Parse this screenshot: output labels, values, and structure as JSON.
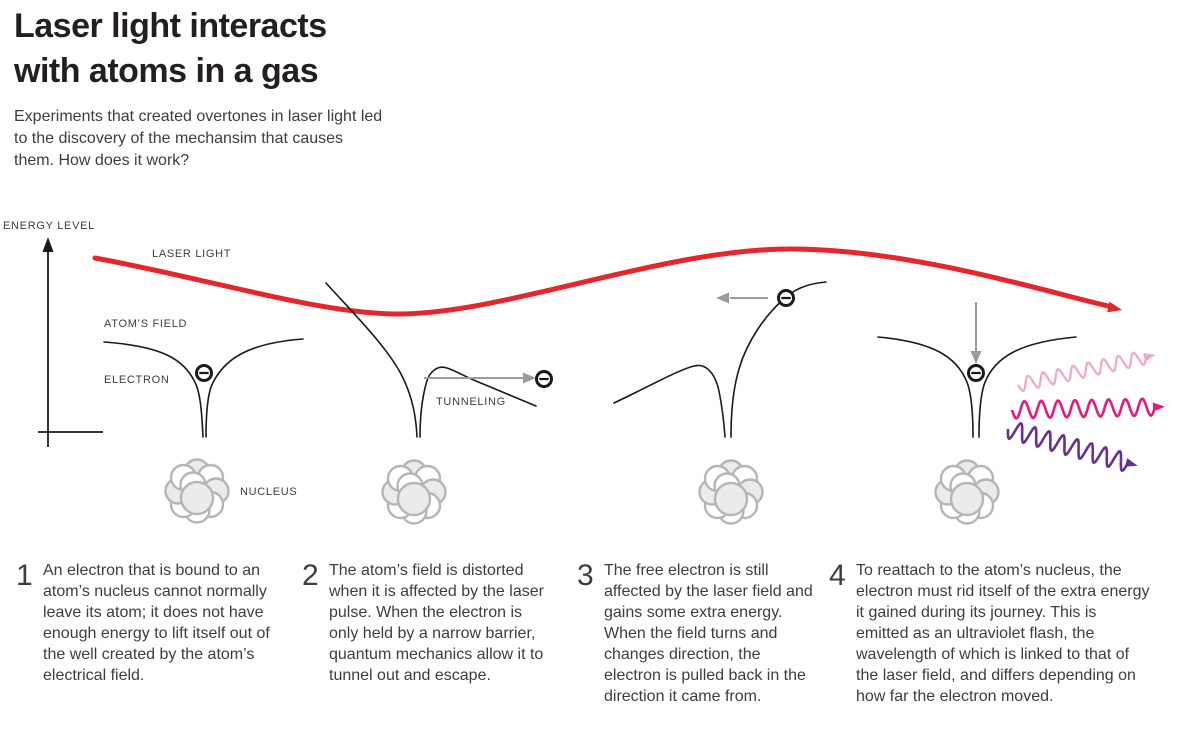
{
  "title": "Laser light interacts\nwith atoms in a gas",
  "subtitle": "Experiments that created overtones in laser light led to the discovery of the mechansim that causes them. How does it work?",
  "diagram": {
    "labels": {
      "energy_level": "ENERGY LEVEL",
      "laser_light": "LASER LIGHT",
      "atoms_field": "ATOM’S FIELD",
      "electron": "ELECTRON",
      "tunneling": "TUNNELING",
      "nucleus": "NUCLEUS"
    },
    "emitted_waves": [
      {
        "name": "uv-wave-short",
        "color": "#f2a6c9"
      },
      {
        "name": "uv-wave-medium",
        "color": "#e8187d"
      },
      {
        "name": "uv-wave-long",
        "color": "#66318f"
      }
    ]
  },
  "colors": {
    "red": "#e5262b",
    "ink": "#231f20",
    "text": "#3d3d3d",
    "gray_arrow": "#9b9b9b",
    "curve": "#1a1a1a",
    "nucleus": "#b5b5b5",
    "nucleus_fill": "#ebebeb"
  },
  "steps": [
    {
      "number": "1",
      "text": "An electron that is bound to an atom’s nucleus cannot normally leave its atom; it does not have enough energy to lift itself out of the well created by the atom’s electrical field."
    },
    {
      "number": "2",
      "text": "The atom’s field is distorted when it is affected by the laser pulse. When the electron is only held by a narrow barrier, quantum mechanics allow it to tunnel out and escape."
    },
    {
      "number": "3",
      "text": "The free electron is still affected by the laser field and gains some extra energy. When the field turns and changes direction, the electron is pulled back in the direction it came from."
    },
    {
      "number": "4",
      "text": "To reattach to the atom’s nucleus, the electron must rid itself of the extra energy it gained during its journey. This is emitted as an ultraviolet flash, the wavelength of which is linked to that of the laser field, and differs depending on how far the electron moved."
    }
  ]
}
